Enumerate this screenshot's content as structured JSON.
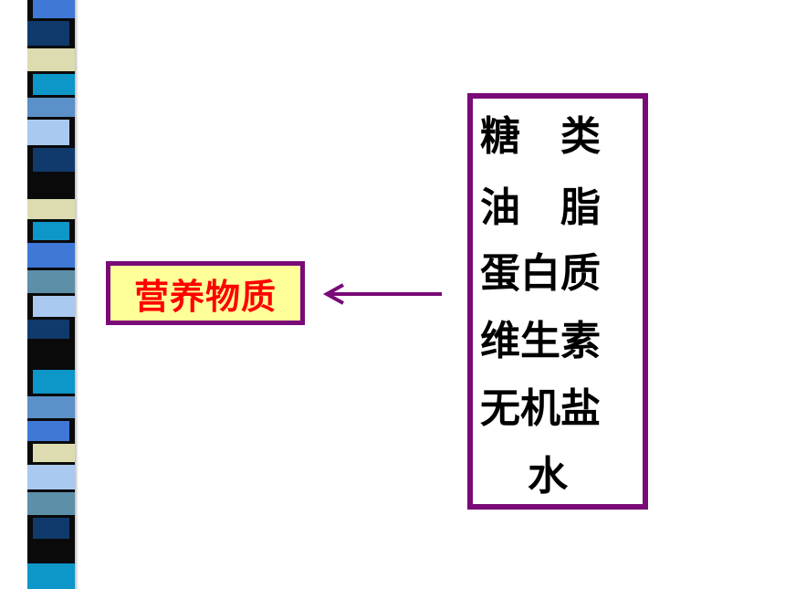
{
  "slide": {
    "title": "营养物质",
    "items": [
      "糖　类",
      "油　脂",
      "蛋白质",
      "维生素",
      "无机盐",
      "水"
    ]
  },
  "colors": {
    "title_text": "#ff0000",
    "title_background": "#ffff99",
    "border": "#7a0a78",
    "arrow": "#7a0a78",
    "item_text": "#000000"
  },
  "decoration": {
    "stripe_colors": [
      "#3f78d6",
      "#0f3a6b",
      "#dcdcb0",
      "#0d96c8",
      "#5c90c8",
      "#a9c9f0",
      "#0a0a0a",
      "#5d8fa8"
    ]
  }
}
